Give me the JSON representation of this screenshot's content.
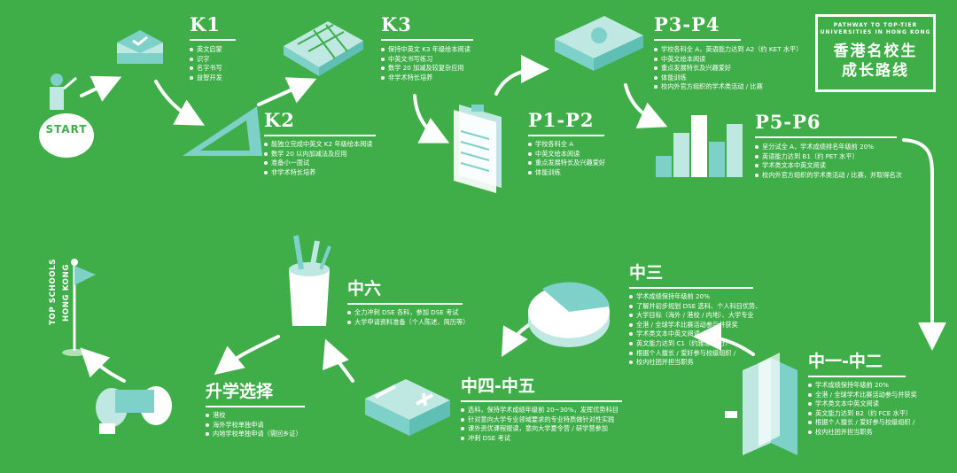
{
  "title": {
    "en_line1": "PATHWAY TO TOP-TIER",
    "en_line2": "UNIVERSITIES IN HONG KONG",
    "cn_line1": "香港名校生",
    "cn_line2": "成长路线"
  },
  "start_label": "START",
  "hk_label_1": "HONG KONG",
  "hk_label_2": "TOP SCHOOLS",
  "colors": {
    "background": "#3fae49",
    "accent": "#7ed1c9",
    "ink": "#ffffff"
  },
  "stages": [
    {
      "id": "k1",
      "title": "K1",
      "items": [
        "英文启蒙",
        "识字",
        "名字书写",
        "益智开发"
      ]
    },
    {
      "id": "k2",
      "title": "K2",
      "items": [
        "能独立完成中英文 K2 年级绘本阅读",
        "数学 20 以内加减法及应用",
        "准备小一面试",
        "非学术特长培养"
      ]
    },
    {
      "id": "k3",
      "title": "K3",
      "items": [
        "保持中英文 K3 年级绘本阅读",
        "中英文书写练习",
        "数学 20 加减及较复杂应用",
        "非学术特长培养"
      ]
    },
    {
      "id": "p1p2",
      "title": "P1-P2",
      "items": [
        "学校各科全 A",
        "中英文绘本阅读",
        "重点发展特长及兴趣爱好",
        "体能训练"
      ]
    },
    {
      "id": "p3p4",
      "title": "P3-P4",
      "items": [
        "学校各科全 A，英语能力达到 A2（约 KET 水平）",
        "中英文绘本阅读",
        "重点发展特长及兴趣爱好",
        "体能训练",
        "校内外官方组织的学术类活动 / 比赛"
      ]
    },
    {
      "id": "p5p6",
      "title": "P5-P6",
      "items": [
        "呈分试全 A，学术成绩排名年级前 20%",
        "英语能力达到 B1（约 PET 水平）",
        "学术类文本中英文阅读",
        "校内外官方组织的学术类活动 / 比赛，并取得名次"
      ]
    },
    {
      "id": "s1s2",
      "title": "中一-中二",
      "items": [
        "学术成绩保持年级前 20%",
        "全港 / 全球学术比赛活动参与并获奖",
        "学术类文本中英文阅读",
        "英文能力达到 B2（约 FCE 水平）",
        "根据个人擅长 / 爱好参与校级组织 /",
        "校内社团并担当职务"
      ]
    },
    {
      "id": "s3",
      "title": "中三",
      "items": [
        "学术成绩保持年级前 20%",
        "了解并初步规划 DSE 选科、个人科目优势、",
        "大学目标（海外 / 港校 / 内地）、大学专业",
        "全港 / 全球学术比赛活动参与并获奖",
        "学术类文本中英文阅读",
        "英文能力达到 C1（约雅思 7 分）",
        "根据个人擅长 / 爱好参与校级组织 /",
        "校内社团并担当职务"
      ]
    },
    {
      "id": "s4s5",
      "title": "中四-中五",
      "items": [
        "选科，保持学术成绩年级前 20~30%，发挥优势科目",
        "针对意向大学专业领域要求的专业特质做针对性实践",
        "课外资优课程报读，意向大学夏令营 / 研学营参加",
        "冲刺 DSE 考试"
      ]
    },
    {
      "id": "s6",
      "title": "中六",
      "items": [
        "全力冲刺 DSE 各科，参加 DSE 考试",
        "大学申请资料准备（个人陈述、简历等）"
      ]
    },
    {
      "id": "choice",
      "title": "升学选择",
      "items": [
        "港校",
        "海外学校单独申请",
        "内地学校单独申请（需回乡证）"
      ]
    }
  ]
}
